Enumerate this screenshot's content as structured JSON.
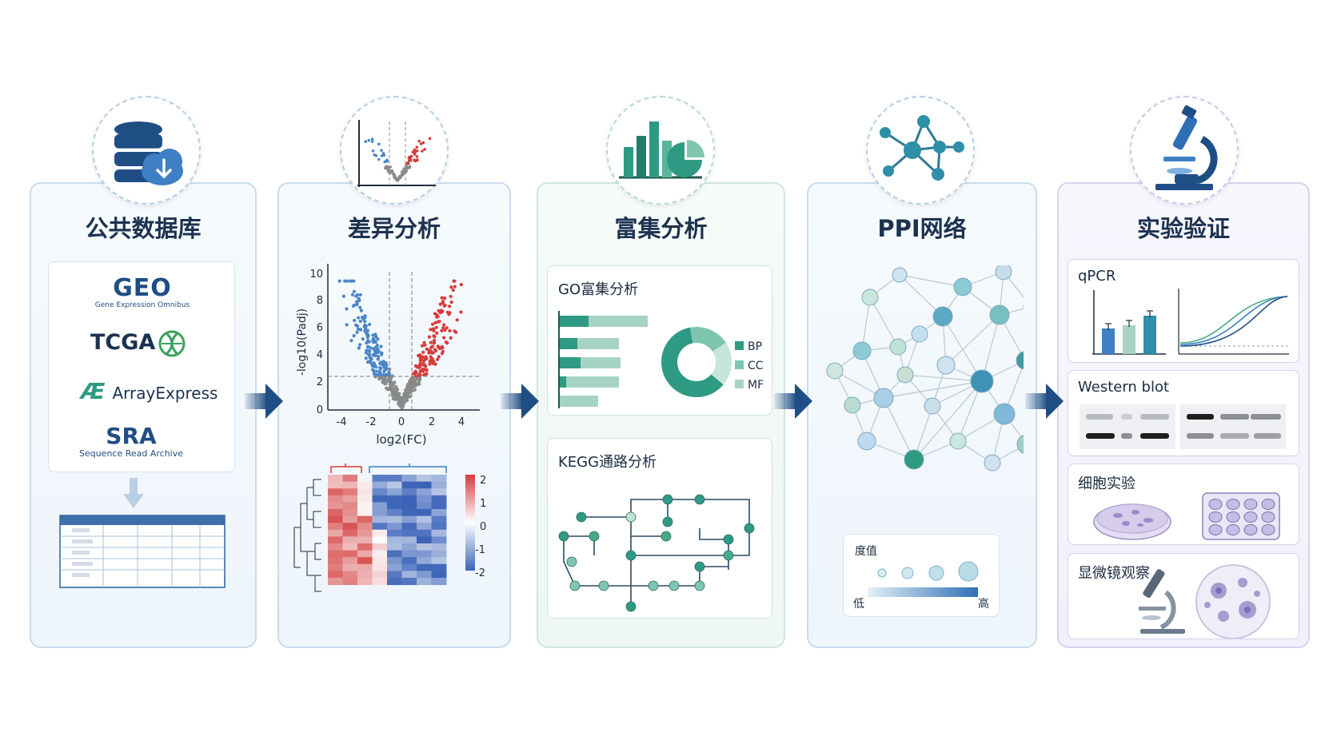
{
  "stages": [
    {
      "title": "公共数据库"
    },
    {
      "title": "差异分析"
    },
    {
      "title": "富集分析"
    },
    {
      "title": "PPI网络"
    },
    {
      "title": "实验验证"
    }
  ],
  "databases": {
    "geo": {
      "name": "GEO",
      "subtitle": "Gene Expression Omnibus"
    },
    "tcga": {
      "name": "TCGA"
    },
    "arrayexpress": {
      "mark": "Æ",
      "name": "ArrayExpress"
    },
    "sra": {
      "name": "SRA",
      "subtitle": "Sequence Read Archive"
    }
  },
  "volcano": {
    "ylabel": "-log10(Padj)",
    "xlabel": "log2(FC)",
    "yticks": [
      "10",
      "8",
      "6",
      "4",
      "2",
      "0"
    ],
    "xticks": [
      "-4",
      "-2",
      "0",
      "2",
      "4"
    ]
  },
  "heatmap": {
    "colorbar_ticks": [
      "2",
      "1",
      "0",
      "-1",
      "-2"
    ]
  },
  "enrichment": {
    "go": {
      "title": "GO富集分析",
      "legend": [
        "BP",
        "CC",
        "MF"
      ]
    },
    "kegg": {
      "title": "KEGG通路分析"
    }
  },
  "ppi": {
    "legend_title": "度值",
    "low_label": "低",
    "high_label": "高"
  },
  "validation": {
    "qpcr": "qPCR",
    "western": "Western blot",
    "cell": "细胞实验",
    "microscope": "显微镜观察"
  },
  "colors": {
    "navy": "#1f4e85",
    "blue": "#3f7fc4",
    "teal": "#2e9a83",
    "red": "#d63b3b",
    "down": "#4a86c8"
  }
}
